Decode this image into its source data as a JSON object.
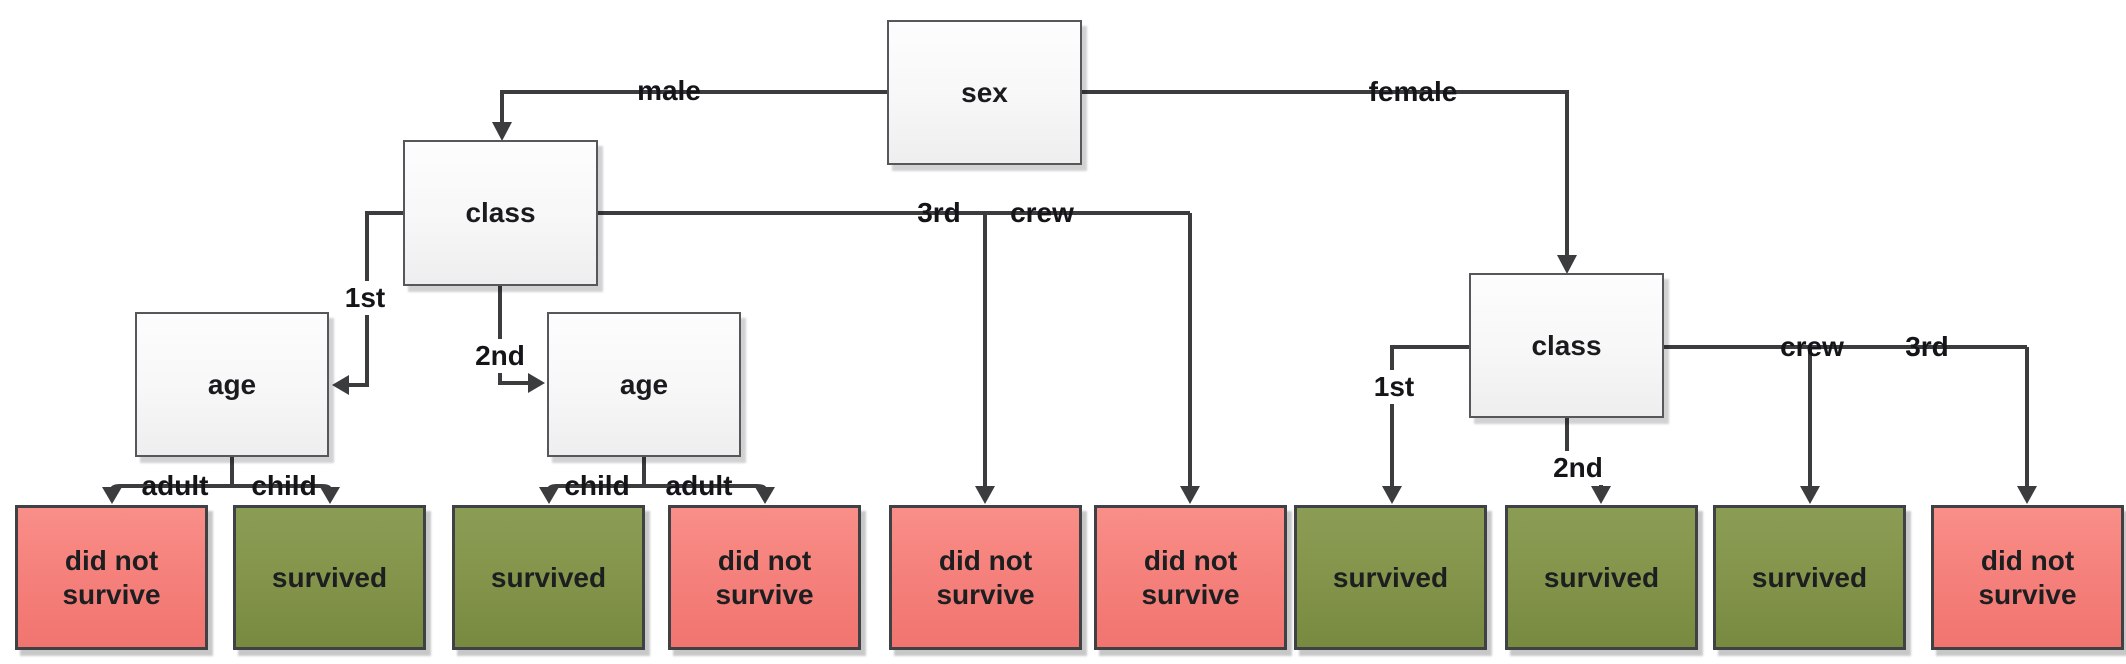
{
  "diagram": {
    "kind": "decision-tree",
    "topic": "Titanic survival decision tree",
    "nodes": [
      {
        "id": "sex",
        "label": "sex"
      },
      {
        "id": "class-male",
        "label": "class"
      },
      {
        "id": "age-male-1st",
        "label": "age"
      },
      {
        "id": "age-male-2nd",
        "label": "age"
      },
      {
        "id": "class-female",
        "label": "class"
      }
    ],
    "edges": [
      {
        "id": "male",
        "label": "male"
      },
      {
        "id": "female",
        "label": "female"
      },
      {
        "id": "male-1st",
        "label": "1st"
      },
      {
        "id": "male-2nd",
        "label": "2nd"
      },
      {
        "id": "male-3rd",
        "label": "3rd"
      },
      {
        "id": "male-crew",
        "label": "crew"
      },
      {
        "id": "male-1st-adult",
        "label": "adult"
      },
      {
        "id": "male-1st-child",
        "label": "child"
      },
      {
        "id": "male-2nd-child",
        "label": "child"
      },
      {
        "id": "male-2nd-adult",
        "label": "adult"
      },
      {
        "id": "female-1st",
        "label": "1st"
      },
      {
        "id": "female-2nd",
        "label": "2nd"
      },
      {
        "id": "female-crew",
        "label": "crew"
      },
      {
        "id": "female-3rd",
        "label": "3rd"
      }
    ],
    "leaves": [
      {
        "outcome": "did not survive",
        "status": "negative"
      },
      {
        "outcome": "survived",
        "status": "positive"
      },
      {
        "outcome": "survived",
        "status": "positive"
      },
      {
        "outcome": "did not survive",
        "status": "negative"
      },
      {
        "outcome": "did not survive",
        "status": "negative"
      },
      {
        "outcome": "did not survive",
        "status": "negative"
      },
      {
        "outcome": "survived",
        "status": "positive"
      },
      {
        "outcome": "survived",
        "status": "positive"
      },
      {
        "outcome": "survived",
        "status": "positive"
      },
      {
        "outcome": "did not survive",
        "status": "negative"
      }
    ],
    "tree": {
      "root": "sex",
      "branches": {
        "male": {
          "node": "class",
          "branches": {
            "1st": {
              "node": "age",
              "branches": {
                "adult": "did not survive",
                "child": "survived"
              }
            },
            "2nd": {
              "node": "age",
              "branches": {
                "child": "survived",
                "adult": "did not survive"
              }
            },
            "3rd": "did not survive",
            "crew": "did not survive"
          }
        },
        "female": {
          "node": "class",
          "branches": {
            "1st": "survived",
            "2nd": "survived",
            "crew": "survived",
            "3rd": "did not survive"
          }
        }
      }
    },
    "colors": {
      "survived_fill": "#84954B",
      "did_not_survive_fill": "#F5807B",
      "node_fill": "#F7F7F7",
      "node_border": "#56575B",
      "line": "#3B3C3E",
      "text": "#1A1B1E"
    }
  }
}
